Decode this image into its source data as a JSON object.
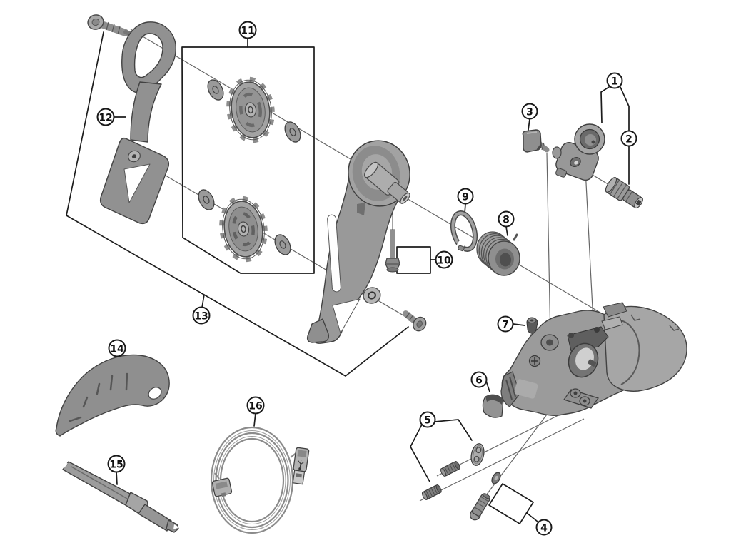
{
  "figure": {
    "type": "exploded-parts-diagram",
    "subject": "bicycle rear derailleur exploded assembly view with numbered callouts",
    "background_color": "#ffffff",
    "outline_color": "#1a1a1a",
    "metal_color": "#9a9a9a",
    "callout_style": "numbers in circles with leader lines and group brackets"
  },
  "callouts": [
    "1",
    "2",
    "3",
    "4",
    "5",
    "6",
    "7",
    "8",
    "9",
    "10",
    "11",
    "12",
    "13",
    "14",
    "15",
    "16"
  ]
}
